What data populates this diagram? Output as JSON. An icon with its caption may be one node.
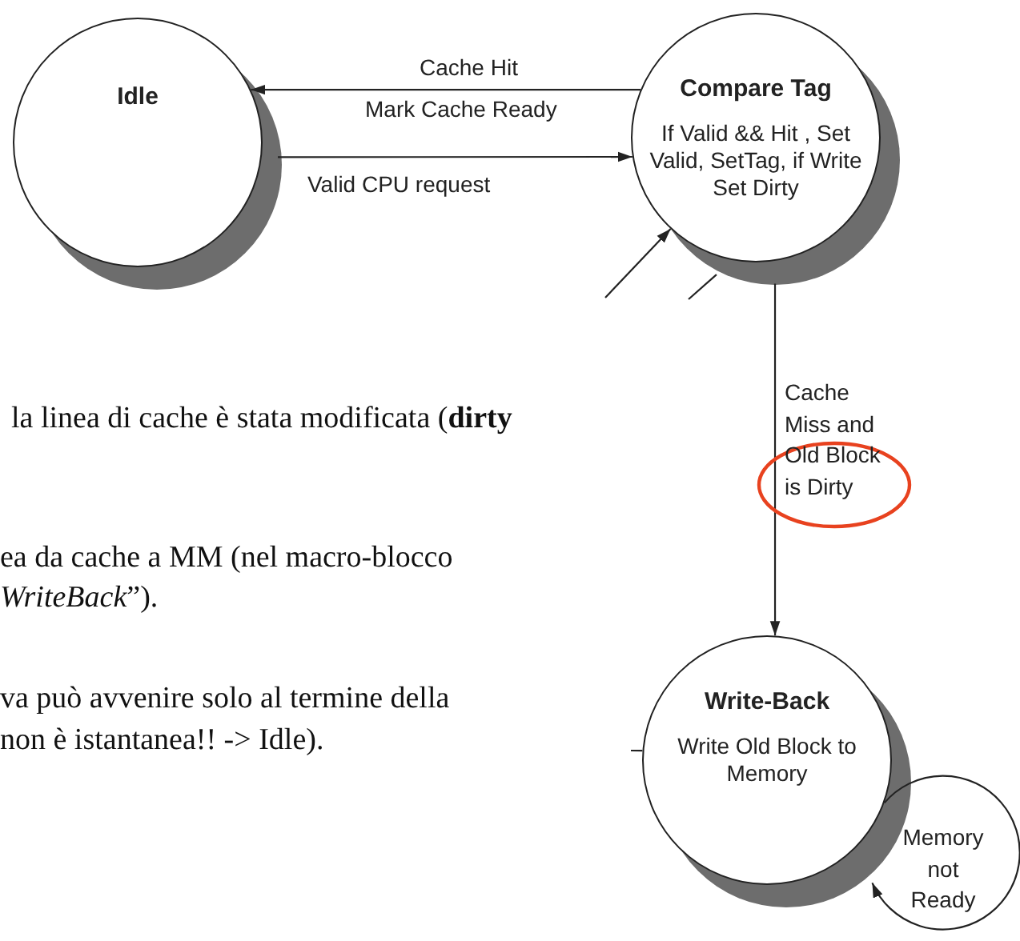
{
  "diagram": {
    "nodes": [
      {
        "text": [
          "Idle"
        ]
      },
      {
        "text": [
          "Compare Tag",
          "If Valid && Hit , Set Valid, SetTag, if Write Set Dirty"
        ]
      },
      {
        "text": [
          "Write-Back",
          "Write Old Block to Memory"
        ]
      }
    ],
    "edges": [
      {
        "from": 1,
        "to": 0,
        "arrow": "to",
        "label": "Cache Hit"
      },
      {
        "from": 0,
        "to": 1,
        "arrow": "to",
        "label": "Valid CPU request"
      },
      {
        "from": 1,
        "to": 2,
        "arrow": "to",
        "label": "Cache Miss and Old Block is Dirty"
      },
      {
        "from": 2,
        "to": 2,
        "arrow": "to",
        "label": "Memory not Ready"
      },
      {
        "from": null,
        "to": 1,
        "arrow": "to"
      },
      {
        "from": 1,
        "to": null,
        "arrow": "none"
      },
      {
        "from": null,
        "to": 2,
        "arrow": "none"
      }
    ],
    "labels": [
      "Mark Cache Ready",
      "la linea di cache è stata modificata (**dirty**",
      "ea da cache a MM (nel macro-blocco",
      "*WriteBack*”).",
      "va può avvenire solo al termine della",
      "non è istantanea!! -> Idle)."
    ]
  }
}
